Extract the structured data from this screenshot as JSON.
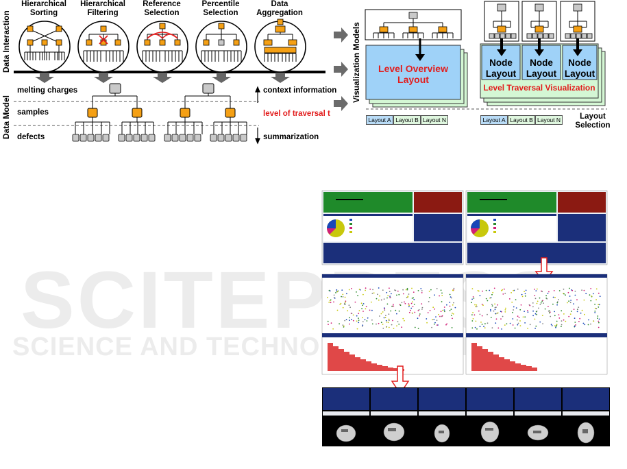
{
  "left": {
    "interaction_label": "Data Interaction",
    "model_label": "Data Model",
    "techniques": [
      "Hierarchical\nSorting",
      "Hierarchical\nFiltering",
      "Reference\nSelection",
      "Percentile\nSelection",
      "Data\nAggregation"
    ],
    "levels": [
      "melting charges",
      "samples",
      "defects"
    ],
    "right_labels": [
      "context information",
      "level of traversal t",
      "summarization"
    ]
  },
  "right": {
    "vis_label": "Visualization Models",
    "overview_title": "Level Overview\nLayout",
    "node_layout": "Node\nLayout",
    "traversal_title": "Level Traversal Visualization",
    "layout_selection": "Layout\nSelection",
    "layout_buttons": [
      "Layout A",
      "Layout B",
      "Layout N"
    ]
  },
  "watermark": {
    "big": "SCITEPRESS",
    "small": "SCIENCE AND TECHNOLOGY PUBLICATIONS"
  },
  "colors": {
    "orange": "#f5a014",
    "grey": "#c9c9c9",
    "blue_box": "#9fd2f8",
    "green_box": "#d4f7d4",
    "red_text": "#e21d1d",
    "arrow_grey": "#666666"
  }
}
